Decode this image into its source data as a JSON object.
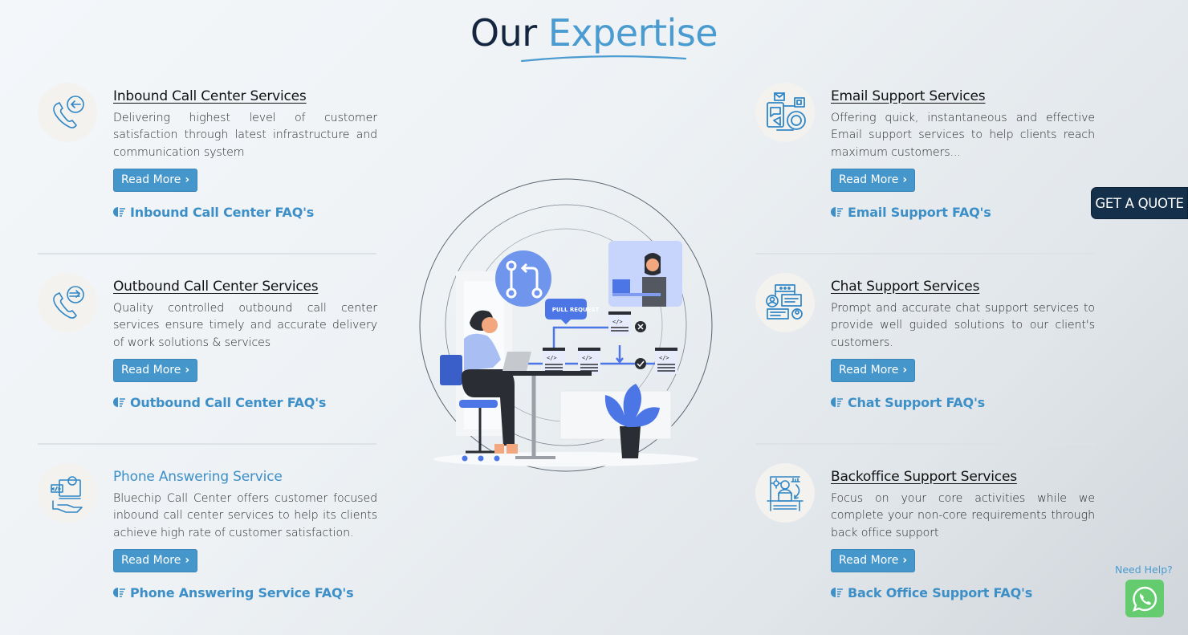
{
  "header": {
    "title_part1": "Our",
    "title_part2": "Expertise"
  },
  "colors": {
    "accent": "#4a9bd0",
    "title_dark": "#14263f",
    "button_bg": "#4596cb",
    "quote_bg": "#14304a",
    "whatsapp_green": "#64cc6e"
  },
  "services": [
    {
      "title": "Inbound Call Center Services",
      "description": "Delivering highest level of customer satisfaction through latest infrastructure and communication system",
      "button": "Read More",
      "faq": "Inbound Call Center FAQ's",
      "icon": "inbound-call-icon"
    },
    {
      "title": "Outbound Call Center Services",
      "description": "Quality controlled outbound call center services ensure timely and accurate delivery of work solutions & services",
      "button": "Read More",
      "faq": "Outbound Call Center FAQ's",
      "icon": "outbound-call-icon"
    },
    {
      "title": "Phone Answering Service",
      "description": "Bluechip Call Center offers customer focused inbound call center services to help its clients achieve high rate of customer satisfaction.",
      "button": "Read More",
      "faq": "Phone Answering Service FAQ's",
      "icon": "phone-answering-icon"
    },
    {
      "title": "Email Support Services",
      "description": "Offering quick, instantaneous and effective Email support services to help clients reach maximum customers...",
      "button": "Read More",
      "faq": "Email Support FAQ's",
      "icon": "email-support-icon"
    },
    {
      "title": "Chat Support Services",
      "description": "Prompt and accurate chat support services to provide well guided solutions to our client's customers.",
      "button": "Read More",
      "faq": "Chat Support FAQ's",
      "icon": "chat-support-icon"
    },
    {
      "title": "Backoffice Support Services",
      "description": "Focus on your core activities while we complete your non-core requirements through back office support",
      "button": "Read More",
      "faq": "Back Office Support FAQ's",
      "icon": "backoffice-support-icon"
    }
  ],
  "illustration": {
    "badge_text": "PULL REQUEST",
    "code_tag": "</>"
  },
  "floating": {
    "quote_button": "GET A QUOTE",
    "need_help": "Need Help?",
    "whatsapp_icon": "whatsapp-icon"
  }
}
